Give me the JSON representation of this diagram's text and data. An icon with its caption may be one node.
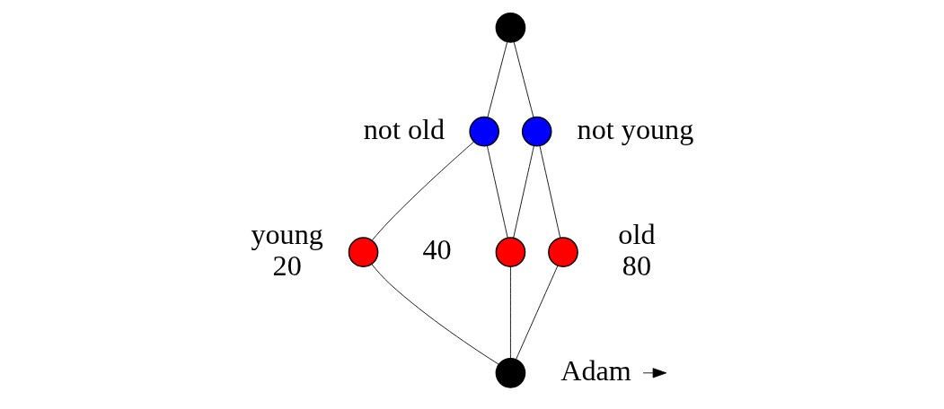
{
  "diagram": {
    "nodes": [
      {
        "text": [],
        "shape": "circle"
      },
      {
        "text": [],
        "shape": "circle",
        "beside": [
          "not old"
        ]
      },
      {
        "text": [],
        "shape": "circle",
        "beside": [
          "not young"
        ]
      },
      {
        "text": [],
        "shape": "circle",
        "beside": [
          "young",
          "20"
        ]
      },
      {
        "text": [],
        "shape": "circle",
        "beside": [
          "40"
        ]
      },
      {
        "text": [],
        "shape": "circle",
        "beside": [
          "old",
          "80"
        ]
      },
      {
        "text": [],
        "shape": "circle"
      },
      {
        "text": [
          "Adam"
        ]
      }
    ],
    "edges": [
      {
        "from": 0,
        "to": 1,
        "arrow": "none"
      },
      {
        "from": 0,
        "to": 2,
        "arrow": "none"
      },
      {
        "from": 1,
        "to": 3,
        "arrow": "none"
      },
      {
        "from": 1,
        "to": 4,
        "arrow": "none"
      },
      {
        "from": 2,
        "to": 4,
        "arrow": "none"
      },
      {
        "from": 2,
        "to": 5,
        "arrow": "none"
      },
      {
        "from": 3,
        "to": 6,
        "arrow": "none"
      },
      {
        "from": 4,
        "to": 6,
        "arrow": "none"
      },
      {
        "from": 5,
        "to": 6,
        "arrow": "none"
      },
      {
        "from": 7,
        "to": null,
        "arrow": "to"
      }
    ]
  }
}
